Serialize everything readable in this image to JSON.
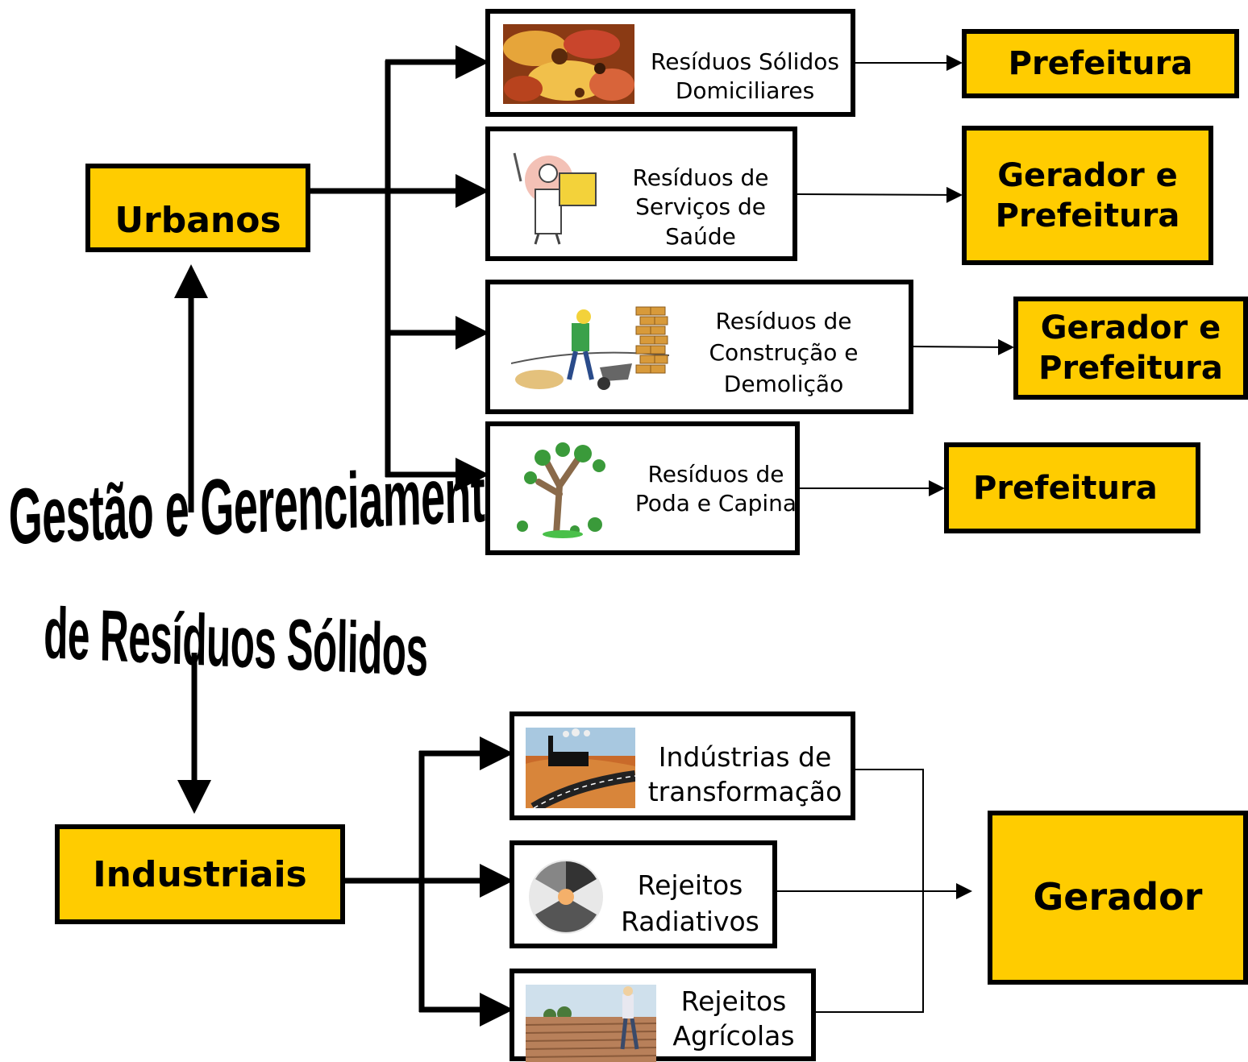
{
  "title": {
    "line1": "Gestão e Gerenciamento",
    "line2": "de Resíduos Sólidos"
  },
  "categories": {
    "urbanos": "Urbanos",
    "industriais": "Industriais"
  },
  "waste_types": {
    "domiciliares": "Resíduos Sólidos\nDomiciliares",
    "saude": "Resíduos de\nServiços de\nSaúde",
    "construcao": "Resíduos de\nConstrução e\nDemolição",
    "poda": "Resíduos de\nPoda e Capina",
    "transformacao": "Indústrias de\ntransformação",
    "radiativos": "Rejeitos\nRadiativos",
    "agricolas": "Rejeitos\nAgrícolas"
  },
  "responsible": {
    "domiciliares": "Prefeitura",
    "saude": "Gerador e\nPrefeitura",
    "construcao": "Gerador e\nPrefeitura",
    "poda": "Prefeitura",
    "industriais": "Gerador"
  },
  "colors": {
    "highlight": "#FFCC00",
    "stroke": "#000000"
  }
}
